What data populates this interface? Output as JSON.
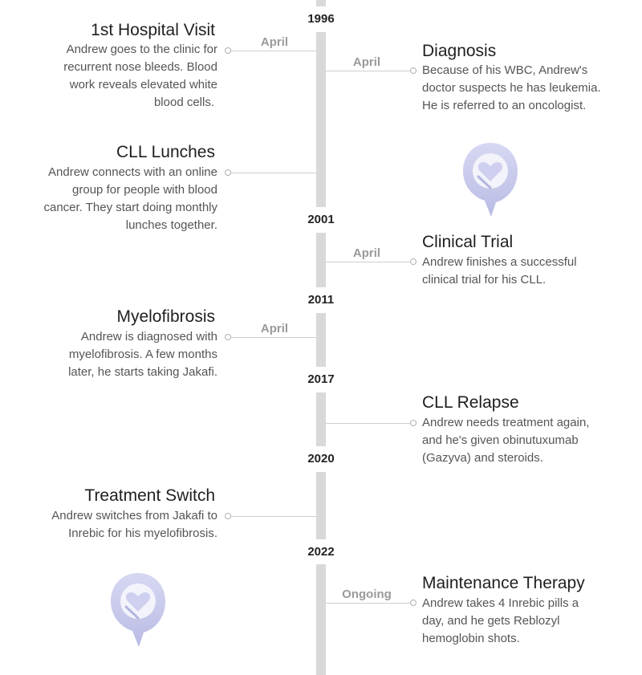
{
  "years": {
    "y1996": "1996",
    "y2001": "2001",
    "y2011": "2011",
    "y2017": "2017",
    "y2020": "2020",
    "y2022": "2022"
  },
  "events": {
    "hospital_visit": {
      "month": "April",
      "title": "1st Hospital Visit",
      "lines": [
        "Andrew goes to the clinic for",
        "recurrent nose bleeds. Blood",
        "work reveals elevated white",
        "blood cells."
      ]
    },
    "diagnosis": {
      "month": "April",
      "title": "Diagnosis",
      "lines": [
        "Because of his WBC, Andrew's",
        "doctor suspects he has leukemia.",
        "He is referred to an oncologist."
      ]
    },
    "cll_lunches": {
      "title": "CLL Lunches",
      "lines": [
        "Andrew connects with an online",
        "group for people with blood",
        "cancer. They start doing monthly",
        "lunches together."
      ]
    },
    "clinical_trial": {
      "month": "April",
      "title": "Clinical Trial",
      "lines": [
        "Andrew finishes a successful",
        "clinical trial for his CLL."
      ]
    },
    "myelofibrosis": {
      "month": "April",
      "title": "Myelofibrosis",
      "lines": [
        "Andrew is diagnosed with",
        "myelofibrosis. A few months",
        "later, he starts taking Jakafi."
      ]
    },
    "cll_relapse": {
      "title": "CLL Relapse",
      "lines": [
        "Andrew needs treatment again,",
        "and he's given obinutuxumab",
        "(Gazyva) and steroids."
      ]
    },
    "treatment_switch": {
      "title": "Treatment Switch",
      "lines": [
        "Andrew switches from Jakafi to",
        "Inrebic for his myelofibrosis."
      ]
    },
    "maintenance": {
      "month": "Ongoing",
      "title": "Maintenance Therapy",
      "lines": [
        "Andrew takes 4 Inrebic pills a",
        "day, and he gets Reblozyl",
        "hemoglobin shots."
      ]
    }
  },
  "icons": {
    "logo": "heart-chat-bubble-logo-icon"
  },
  "colors": {
    "spine": "#d9d9d9",
    "logo_light": "#e8e8f7",
    "logo_dark": "#9a9ccf"
  }
}
